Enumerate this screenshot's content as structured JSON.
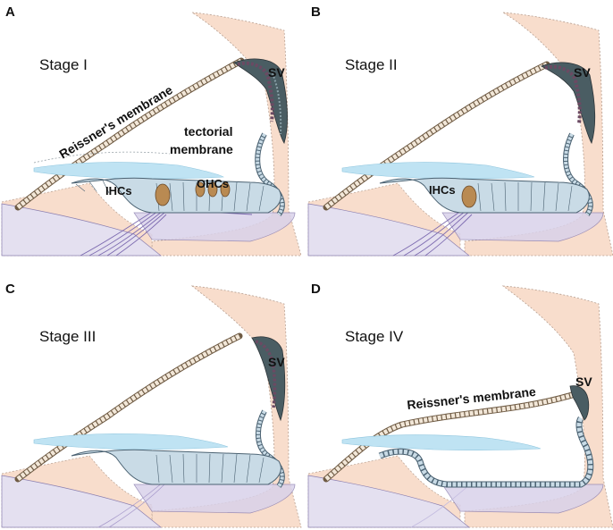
{
  "panels": [
    {
      "letter": "A",
      "stage": "Stage I",
      "labels": {
        "sv": "SV",
        "reissner": "Reissner's membrane",
        "tectorial_line1": "tectorial",
        "tectorial_line2": "membrane",
        "ihc": "IHCs",
        "ohc": "OHCs"
      }
    },
    {
      "letter": "B",
      "stage": "Stage II",
      "labels": {
        "sv": "SV",
        "ihc": "IHCs"
      }
    },
    {
      "letter": "C",
      "stage": "Stage III",
      "labels": {
        "sv": "SV"
      }
    },
    {
      "letter": "D",
      "stage": "Stage IV",
      "labels": {
        "sv": "SV",
        "reissner": "Reissner's membrane"
      }
    }
  ],
  "colors": {
    "lateral_wall": "#f8ddcc",
    "lateral_wall_outline": "#b79f90",
    "stria_dark": "#4a5d63",
    "stria_purple": "#6b4a63",
    "epithelium": "#c9dbe6",
    "epithelium_stroke": "#4b6272",
    "tectorial": "#bfe3f3",
    "basilar": "#d9d2ea",
    "basilar_stroke": "#8b7fb0",
    "nerve": "#7d6bb0",
    "hair_cell": "#b98a52",
    "reissner_fill": "#f2e7d8",
    "reissner_stroke": "#6f5b44"
  }
}
